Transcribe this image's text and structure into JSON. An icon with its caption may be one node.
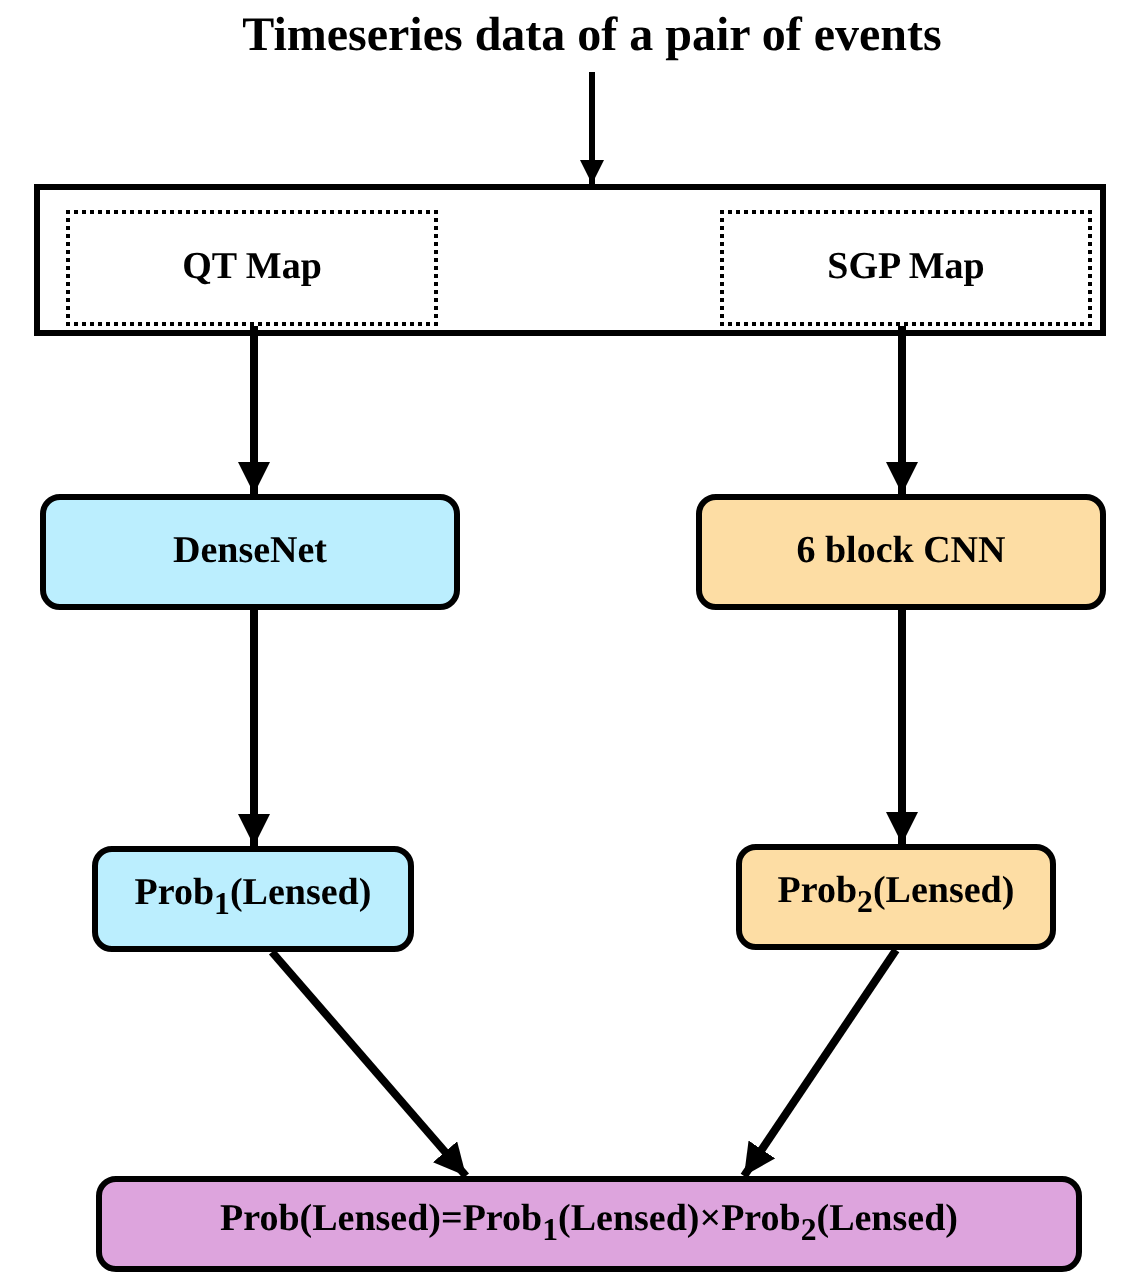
{
  "diagram": {
    "nodes": [
      {
        "text": [
          "Timeseries data of a pair of events"
        ]
      },
      {
        "text": [],
        "shape": "box"
      },
      {
        "text": [
          "QT Map"
        ],
        "in": 1
      },
      {
        "text": [
          "SGP Map"
        ],
        "in": 1
      },
      {
        "text": [
          "DenseNet"
        ]
      },
      {
        "text": [
          "6 block CNN"
        ]
      },
      {
        "text": [
          "Prob$_{1}$(Lensed)"
        ]
      },
      {
        "text": [
          "Prob$_{2}$(Lensed)"
        ]
      },
      {
        "text": [
          "Prob(Lensed)=Prob$_{1}$(Lensed)×Prob$_{2}$(Lensed)"
        ]
      }
    ],
    "edges": [
      {
        "from": 0,
        "to": 1,
        "arrow": "to"
      },
      {
        "from": 2,
        "to": 4,
        "arrow": "to"
      },
      {
        "from": 3,
        "to": 5,
        "arrow": "to"
      },
      {
        "from": 4,
        "to": 6,
        "arrow": "to"
      },
      {
        "from": 5,
        "to": 7,
        "arrow": "to"
      },
      {
        "from": 6,
        "to": 8,
        "arrow": "to"
      },
      {
        "from": 7,
        "to": 8,
        "arrow": "to"
      }
    ]
  }
}
